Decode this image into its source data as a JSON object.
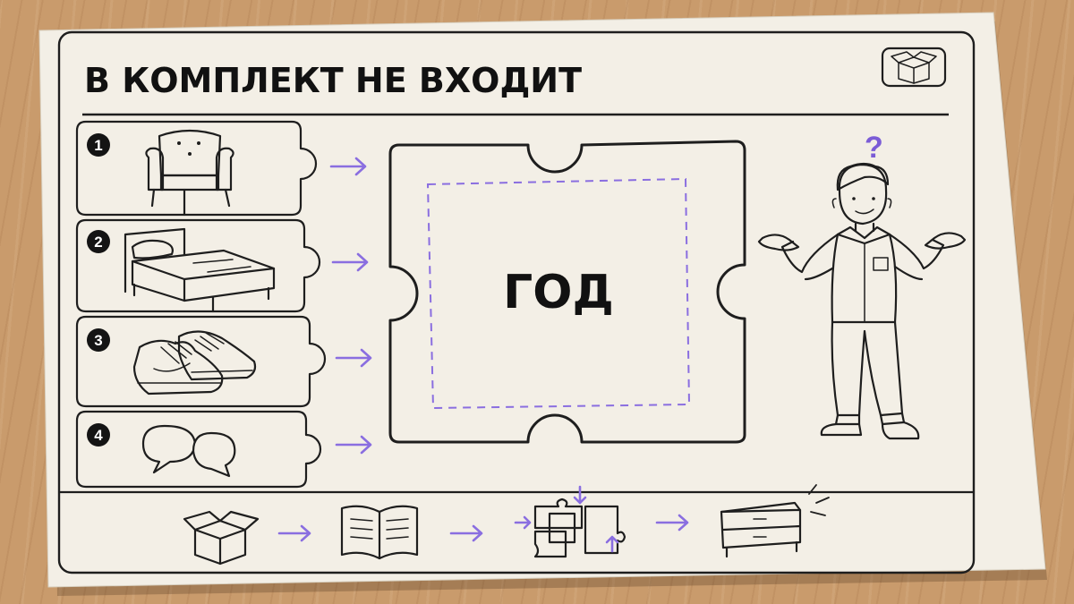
{
  "title": "В КОМПЛЕКТ НЕ ВХОДИТ",
  "center_word": "ГОД",
  "question_mark": "?",
  "items": [
    {
      "number": "1",
      "icon": "armchair-icon"
    },
    {
      "number": "2",
      "icon": "bed-icon"
    },
    {
      "number": "3",
      "icon": "sneakers-icon"
    },
    {
      "number": "4",
      "icon": "speech-bubbles-icon"
    }
  ],
  "steps": [
    "open-box-icon",
    "instruction-book-icon",
    "puzzle-pieces-icon",
    "nightstand-icon"
  ],
  "colors": {
    "accent": "#8a6ee0",
    "card": "#f3efe6",
    "ink": "#1e1e1e",
    "table": "#c99b6c"
  }
}
